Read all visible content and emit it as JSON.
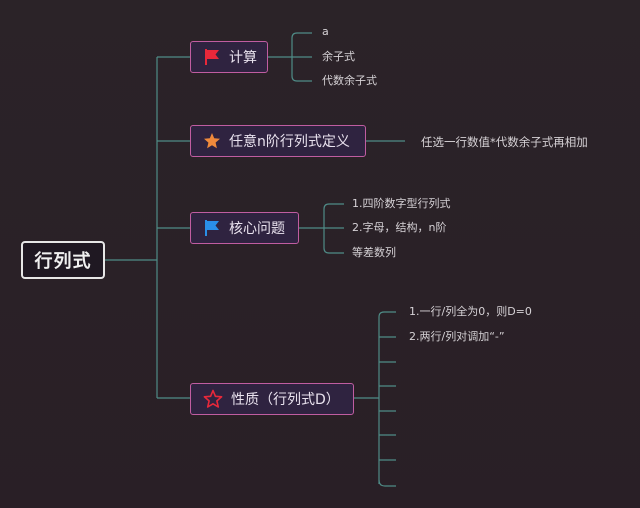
{
  "root": {
    "label": "行列式"
  },
  "branches": [
    {
      "label": "计算",
      "icon": "red-flag-icon",
      "children": [
        "a",
        "余子式",
        "代数余子式"
      ]
    },
    {
      "label": "任意n阶行列式定义",
      "icon": "orange-star-icon",
      "children": [
        "任选一行数值*代数余子式再相加"
      ]
    },
    {
      "label": "核心问题",
      "icon": "blue-flag-icon",
      "children": [
        "1.四阶数字型行列式",
        "2.字母，结构，n阶",
        "等差数列"
      ]
    },
    {
      "label": "性质（行列式D）",
      "icon": "red-star-outline-icon",
      "children": [
        "1.一行/列全为0，则D=0",
        "2.两行/列对调加“-”",
        "",
        "",
        "",
        "",
        "",
        ""
      ]
    }
  ],
  "colors": {
    "connector": "#4f8c87",
    "branch_border": "#c05da1",
    "branch_fill": "#2f2340",
    "flag_red": "#e8283a",
    "star_orange": "#f08a3c",
    "flag_blue": "#2a8ee8",
    "star_red_outline": "#e8283a"
  }
}
